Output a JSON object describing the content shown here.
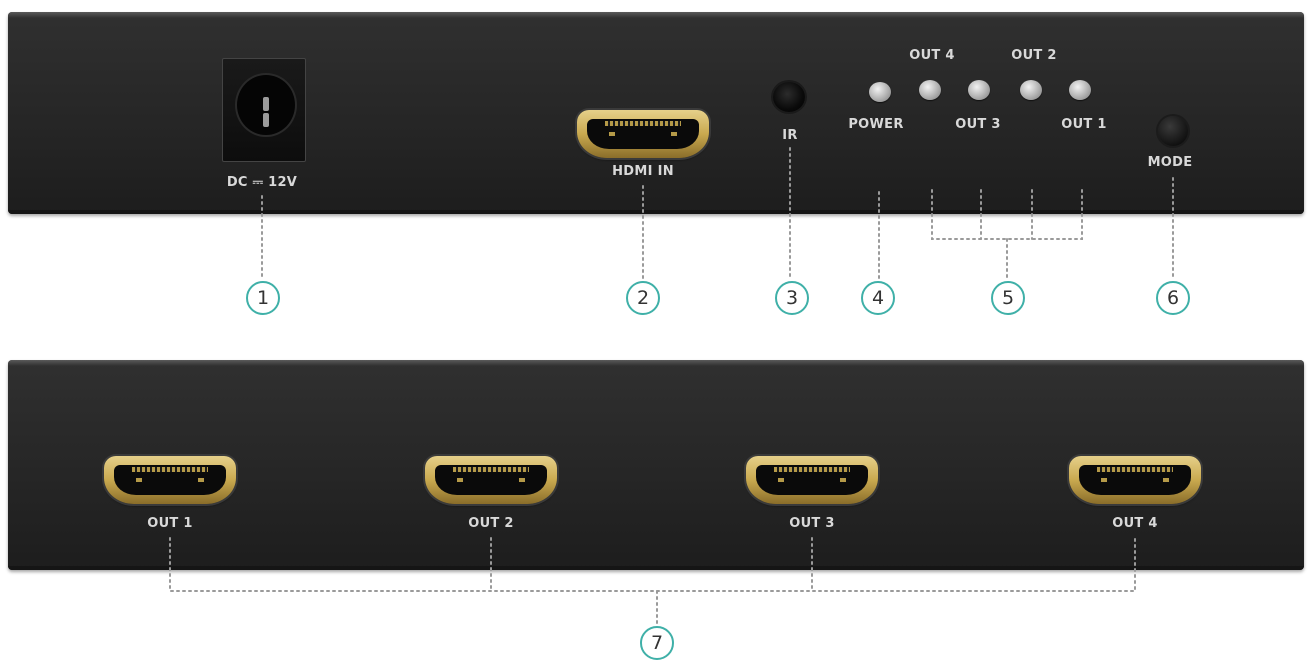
{
  "back_panel": {
    "dc_label": "DC ⎓ 12V",
    "hdmi_in_label": "HDMI IN",
    "ir_label": "IR",
    "led_labels": {
      "power": "POWER",
      "out4": "OUT 4",
      "out3": "OUT 3",
      "out2": "OUT 2",
      "out1": "OUT 1"
    },
    "mode_label": "MODE"
  },
  "front_panel": {
    "ports": [
      "OUT 1",
      "OUT 2",
      "OUT 3",
      "OUT 4"
    ]
  },
  "callouts": [
    "1",
    "2",
    "3",
    "4",
    "5",
    "6",
    "7"
  ],
  "colors": {
    "callout_ring": "#3fb0a8",
    "leader": "#9a9a9a",
    "panel": "#262626",
    "port_gold": "#c9a94f"
  }
}
